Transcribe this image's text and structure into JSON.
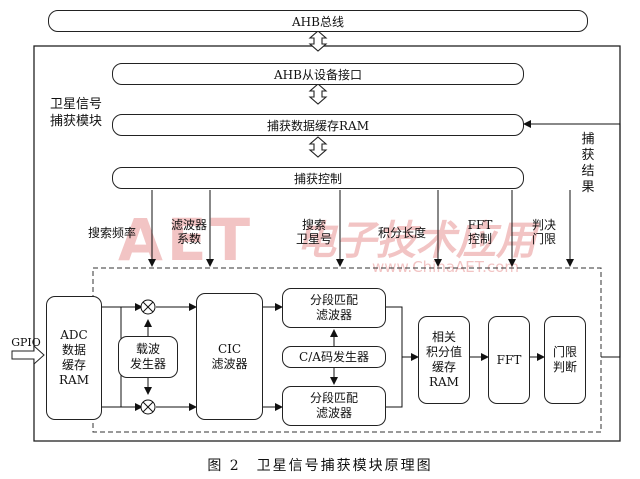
{
  "bus": {
    "ahb_bus": "AHB总线",
    "ahb_slave_interface": "AHB从设备接口",
    "capture_buffer_ram": "捕获数据缓存RAM",
    "capture_control": "捕获控制"
  },
  "module_label": "卫星信号\n捕获模块",
  "capture_result_label": "捕\n获\n结\n果",
  "control_signals": {
    "search_freq": "搜索频率",
    "filter_coef": "滤波器\n系数",
    "search_sat": "搜索\n卫星号",
    "integ_len": "积分长度",
    "fft_ctrl": "FFT\n控制",
    "threshold": "判决\n门限"
  },
  "blocks": {
    "gpio": "GPIO",
    "adc_ram": "ADC\n数据\n缓存\nRAM",
    "carrier_gen": "载波\n发生器",
    "cic": "CIC\n滤波器",
    "mf_top": "分段匹配\n滤波器",
    "ca_gen": "C/A码发生器",
    "mf_bottom": "分段匹配\n滤波器",
    "corr_ram": "相关\n积分值\n缓存\nRAM",
    "fft": "FFT",
    "thresh_judge": "门限\n判断"
  },
  "watermark": {
    "logo": "AET",
    "chinese": "电子技术应用",
    "url": "www.ChinaAET.com"
  },
  "caption": "图 2　卫星信号捕获模块原理图"
}
